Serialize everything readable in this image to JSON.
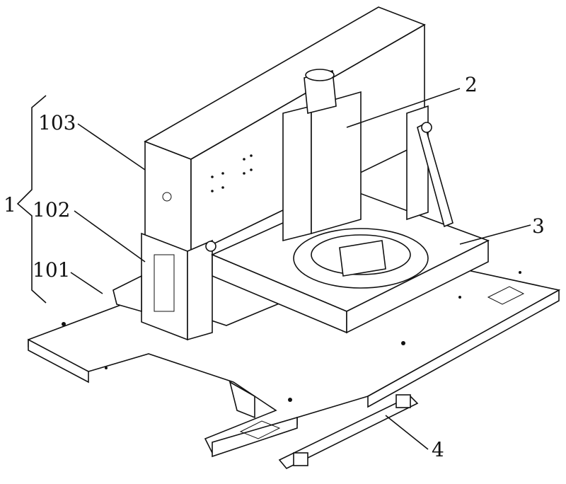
{
  "figure": {
    "labels": {
      "assembly": "1",
      "base_plate": "101",
      "support_frame": "102",
      "housing": "103",
      "vertical_module": "2",
      "rotary_table": "3",
      "bottom_rail": "4"
    }
  }
}
